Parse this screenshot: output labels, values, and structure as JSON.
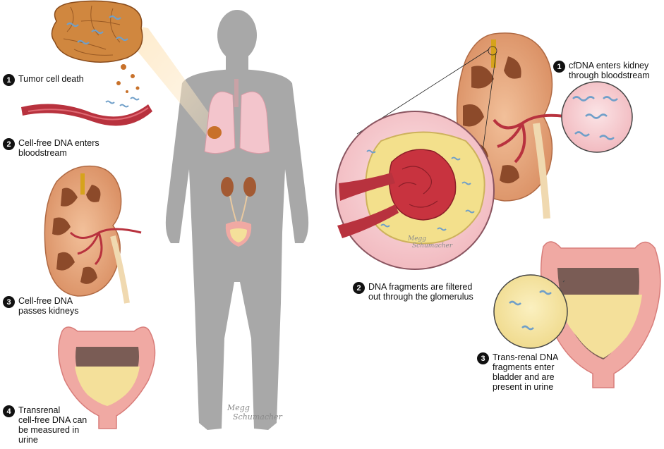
{
  "steps_left": [
    {
      "num": "1",
      "text": "Tumor cell death"
    },
    {
      "num": "2",
      "text": "Cell-free DNA enters\nbloodstream"
    },
    {
      "num": "3",
      "text": "Cell-free DNA\npasses kidneys"
    },
    {
      "num": "4",
      "text": "Transrenal\ncell-free DNA can\nbe measured in\nurine"
    }
  ],
  "steps_right": [
    {
      "num": "1",
      "text": "cfDNA enters kidney\nthrough bloodstream"
    },
    {
      "num": "2",
      "text": "DNA fragments are filtered\nout through the glomerulus"
    },
    {
      "num": "3",
      "text": "Trans-renal DNA\nfragments enter\nbladder and are\npresent in urine"
    }
  ],
  "signature": {
    "line1": "Megg",
    "line2": "Schumacher"
  },
  "colors": {
    "silhouette": "#a8a8a8",
    "kidney_outer": "#e2a47e",
    "kidney_inner": "#8c4a2a",
    "vessel": "#b8323e",
    "bladder_wall": "#f0a9a3",
    "urine": "#f4e09a",
    "dna": "#6f9fc9",
    "tumor": "#c8712a",
    "lung": "#f3c5cc",
    "circle_bg": "#f6c9cd"
  }
}
